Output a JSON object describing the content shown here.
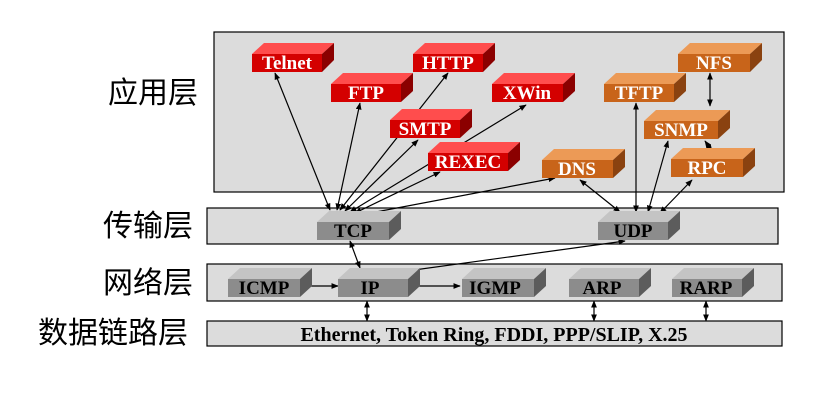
{
  "layers": {
    "application": "应用层",
    "transport": "传输层",
    "network": "网络层",
    "datalink": "数据链路层"
  },
  "app_protocols": {
    "telnet": "Telnet",
    "http": "HTTP",
    "ftp": "FTP",
    "xwin": "XWin",
    "smtp": "SMTP",
    "rexec": "REXEC",
    "nfs": "NFS",
    "tftp": "TFTP",
    "snmp": "SNMP",
    "dns": "DNS",
    "rpc": "RPC"
  },
  "transport_protocols": {
    "tcp": "TCP",
    "udp": "UDP"
  },
  "network_protocols": {
    "icmp": "ICMP",
    "ip": "IP",
    "igmp": "IGMP",
    "arp": "ARP",
    "rarp": "RARP"
  },
  "datalink_text": "Ethernet, Token Ring, FDDI, PPP/SLIP, X.25",
  "colors": {
    "red_front": "#d40000",
    "red_top": "#ff4d4d",
    "red_side": "#8b0000",
    "orange_front": "#c8641a",
    "orange_top": "#ec9a56",
    "orange_side": "#8a4210",
    "gray_front": "#8c8c8c",
    "gray_top": "#c4c4c4",
    "gray_side": "#5c5c5c",
    "panel": "#dcdcdc"
  }
}
